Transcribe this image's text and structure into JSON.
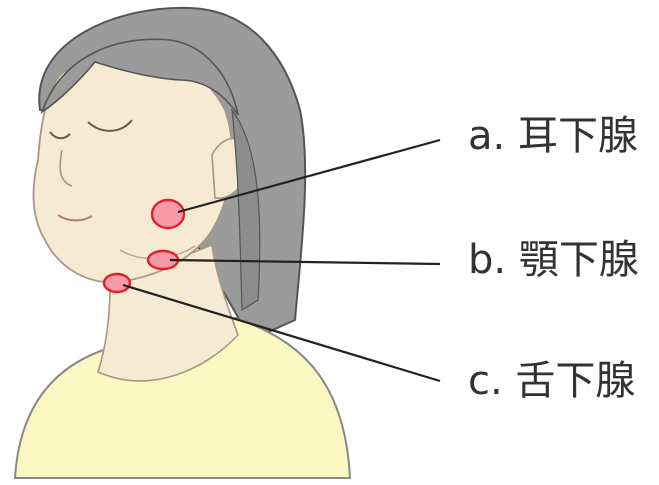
{
  "labels": {
    "a": "a. 耳下腺",
    "b": "b. 顎下腺",
    "c": "c. 舌下腺"
  },
  "colors": {
    "hair": "#9b9b9b",
    "hair_outline": "#555555",
    "skin": "#f6ead3",
    "skin_outline": "#a89682",
    "shirt": "#fbf8c4",
    "gland_fill": "#f59aa6",
    "gland_outline": "#e0202f",
    "leader_line": "#222222"
  }
}
